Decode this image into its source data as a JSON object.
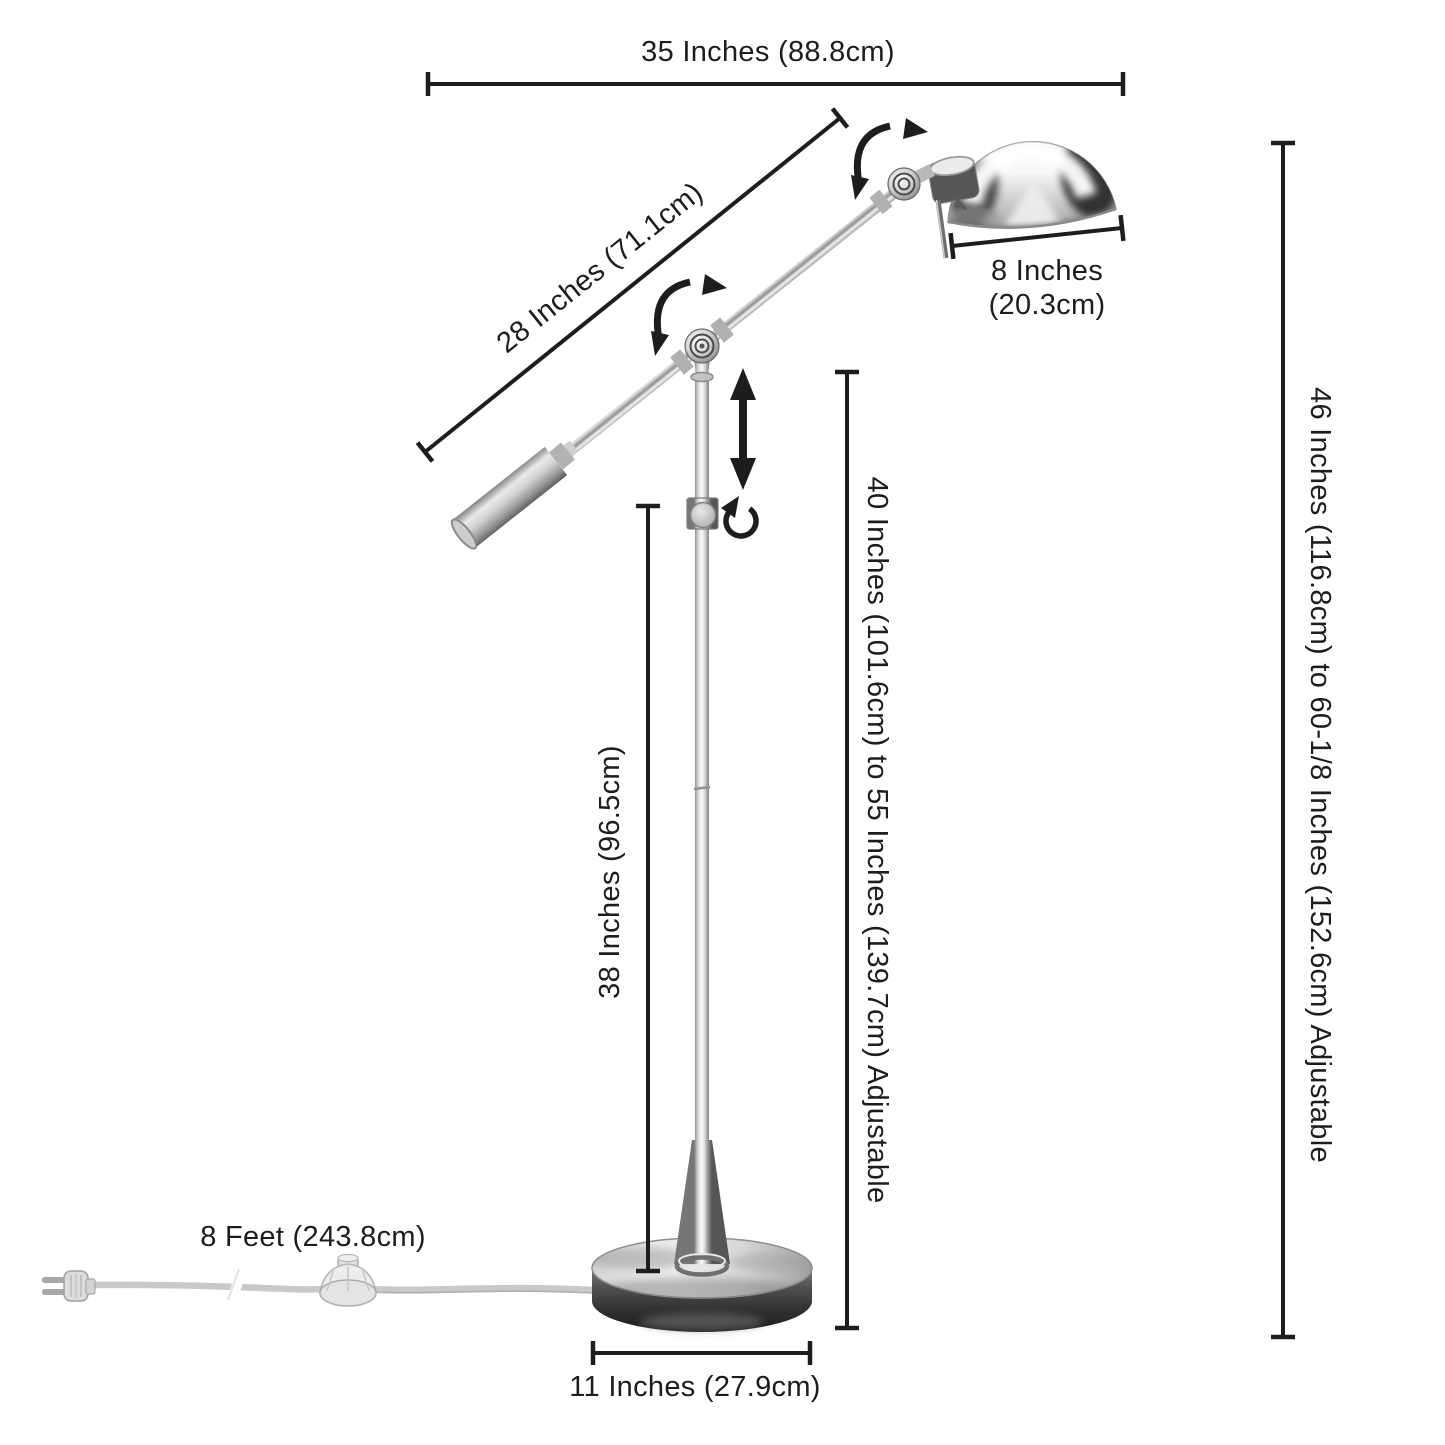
{
  "diagram": {
    "type": "product-dimension-diagram",
    "subject": "adjustable boom-arm floor lamp in polished chrome",
    "dims": {
      "overall_width": "35 Inches (88.8cm)",
      "arm_length": "28 Inches (71.1cm)",
      "shade_width_line1": "8 Inches",
      "shade_width_line2": "(20.3cm)",
      "overall_height": "46 Inches (116.8cm) to 60-1/8 Inches (152.6cm) Adjustable",
      "pole_to_arm_height": "40 Inches (101.6cm) to 55 Inches (139.7cm) Adjustable",
      "pole_height": "38 Inches (96.5cm)",
      "cord_length": "8 Feet (243.8cm)",
      "base_diameter": "11 Inches (27.9cm)"
    },
    "icons": [
      {
        "name": "shade-tilt-arrow-icon",
        "glyph": "curved double-headed arrow"
      },
      {
        "name": "arm-pivot-arrow-icon",
        "glyph": "curved double-headed arrow"
      },
      {
        "name": "height-adjust-arrow-icon",
        "glyph": "vertical double-headed arrow"
      },
      {
        "name": "pole-rotate-arrow-icon",
        "glyph": "circular rotation arrow"
      }
    ],
    "colors": {
      "line": "#1d1d1d",
      "background": "#ffffff",
      "chrome_light": "#f5f5f5",
      "chrome_mid": "#b0b0b0",
      "chrome_dark": "#4a4a4a",
      "cord": "#c9c9c9"
    }
  }
}
